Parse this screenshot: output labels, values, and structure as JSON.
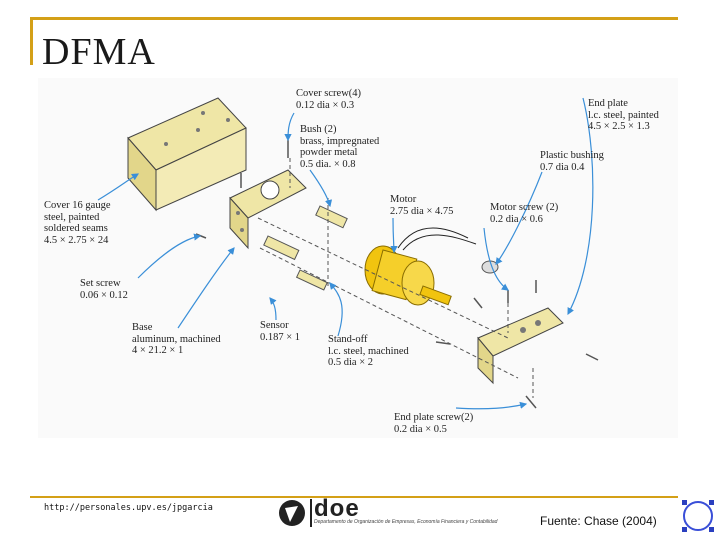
{
  "slide": {
    "title": "DFMA",
    "url": "http://personales.upv.es/jpgarcia",
    "source": "Fuente: Chase (2004)",
    "logo_text": "doe",
    "logo_subtitle": "Departamento de Organización de Empresas, Economía Financiera y Contabilidad"
  },
  "figure": {
    "labels": [
      {
        "id": "cover-screw",
        "lines": [
          "Cover screw(4)",
          "0.12 dia × 0.3"
        ]
      },
      {
        "id": "bush",
        "lines": [
          "Bush (2)",
          "brass, impregnated",
          "powder metal",
          "0.5 dia. × 0.8"
        ]
      },
      {
        "id": "end-plate",
        "lines": [
          "End plate",
          "l.c. steel, painted",
          "4.5 × 2.5 × 1.3"
        ]
      },
      {
        "id": "plastic-bushing",
        "lines": [
          "Plastic bushing",
          "0.7 dia 0.4"
        ]
      },
      {
        "id": "cover",
        "lines": [
          "Cover 16 gauge",
          "steel, painted",
          "soldered seams",
          "4.5 × 2.75 × 24"
        ]
      },
      {
        "id": "motor",
        "lines": [
          "Motor",
          "2.75 dia × 4.75"
        ]
      },
      {
        "id": "motor-screw",
        "lines": [
          "Motor screw (2)",
          "0.2 dia ×  0.6"
        ]
      },
      {
        "id": "set-screw",
        "lines": [
          "Set screw",
          "0.06 × 0.12"
        ]
      },
      {
        "id": "base",
        "lines": [
          "Base",
          "aluminum, machined",
          "4 × 21.2 × 1"
        ]
      },
      {
        "id": "sensor",
        "lines": [
          "Sensor",
          "0.187 × 1"
        ]
      },
      {
        "id": "standoff",
        "lines": [
          "Stand-off",
          "l.c. steel, machined",
          "0.5 dia × 2"
        ]
      },
      {
        "id": "end-plate-screw",
        "lines": [
          "End plate screw(2)",
          "0.2 dia × 0.5"
        ]
      }
    ]
  }
}
